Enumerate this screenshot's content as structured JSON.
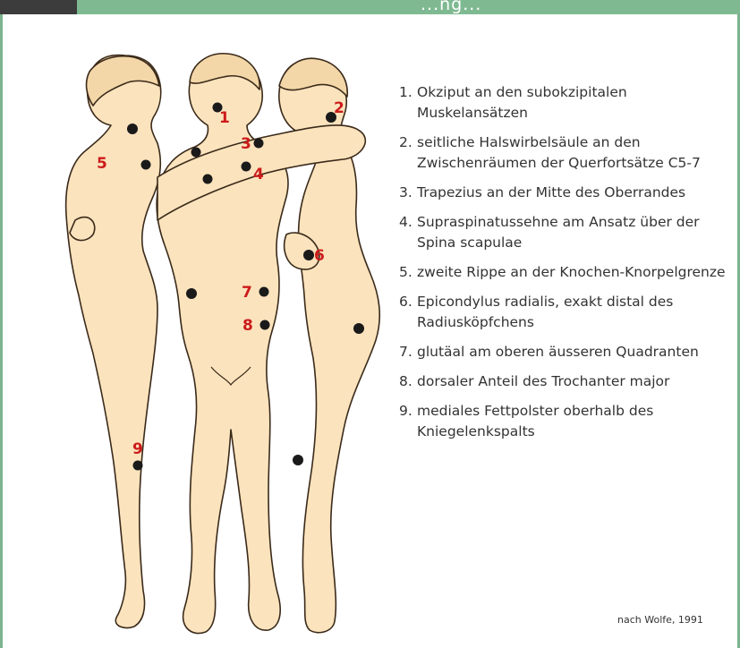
{
  "header": {
    "fragment": "...ng..."
  },
  "legend": [
    {
      "num": "1.",
      "text": "Okziput an den subokzipitalen Muskelansätzen"
    },
    {
      "num": "2.",
      "text": "seitliche Halswirbelsäule an den Zwischenräumen der Querfortsätze C5-7"
    },
    {
      "num": "3.",
      "text": "Trapezius an der Mitte des Oberrandes"
    },
    {
      "num": "4.",
      "text": "Supraspinatussehne am Ansatz über der Spina scapulae"
    },
    {
      "num": "5.",
      "text": "zweite Rippe an der Knochen-Knorpelgrenze"
    },
    {
      "num": "6.",
      "text": "Epicondylus radialis, exakt distal des Radiusköpfchens"
    },
    {
      "num": "7.",
      "text": "glutäal am oberen äusseren Quadranten"
    },
    {
      "num": "8.",
      "text": "dorsaler Anteil des Trochanter major"
    },
    {
      "num": "9.",
      "text": "mediales Fettpolster oberhalb des Kniegelenkspalts"
    }
  ],
  "markers": [
    "1",
    "2",
    "3",
    "4",
    "5",
    "6",
    "7",
    "8",
    "9"
  ],
  "credit": "nach Wolfe, 1991",
  "colors": {
    "accent": "#7fb992",
    "skin": "#fbe3bd",
    "marker_text": "#cc1b1b",
    "dot": "#1a1a1a"
  }
}
